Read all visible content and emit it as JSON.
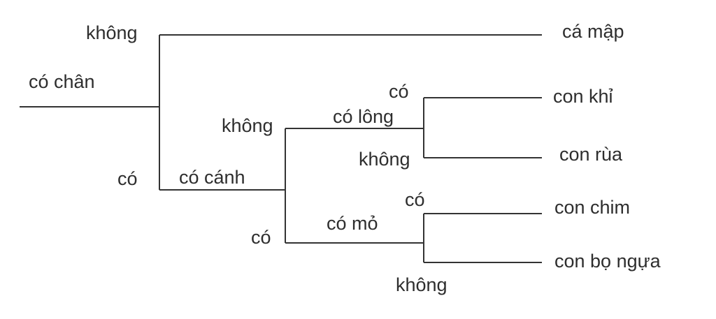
{
  "diagram": {
    "root": {
      "label": "có chân"
    },
    "legs_no": {
      "label": "không"
    },
    "legs_yes": {
      "label": "có"
    },
    "wings": {
      "label": "có cánh"
    },
    "wings_no": {
      "label": "không"
    },
    "wings_yes": {
      "label": "có"
    },
    "fur": {
      "label": "có lông"
    },
    "fur_yes": {
      "label": "có"
    },
    "fur_no": {
      "label": "không"
    },
    "beak": {
      "label": "có mỏ"
    },
    "beak_yes": {
      "label": "có"
    },
    "beak_no": {
      "label": "không"
    },
    "leaves": {
      "shark": "cá mập",
      "monkey": "con khỉ",
      "turtle": "con rùa",
      "bird": "con chim",
      "mantis": "con bọ ngựa"
    },
    "line_color": "#333333",
    "text_color": "#2e2e2e"
  }
}
